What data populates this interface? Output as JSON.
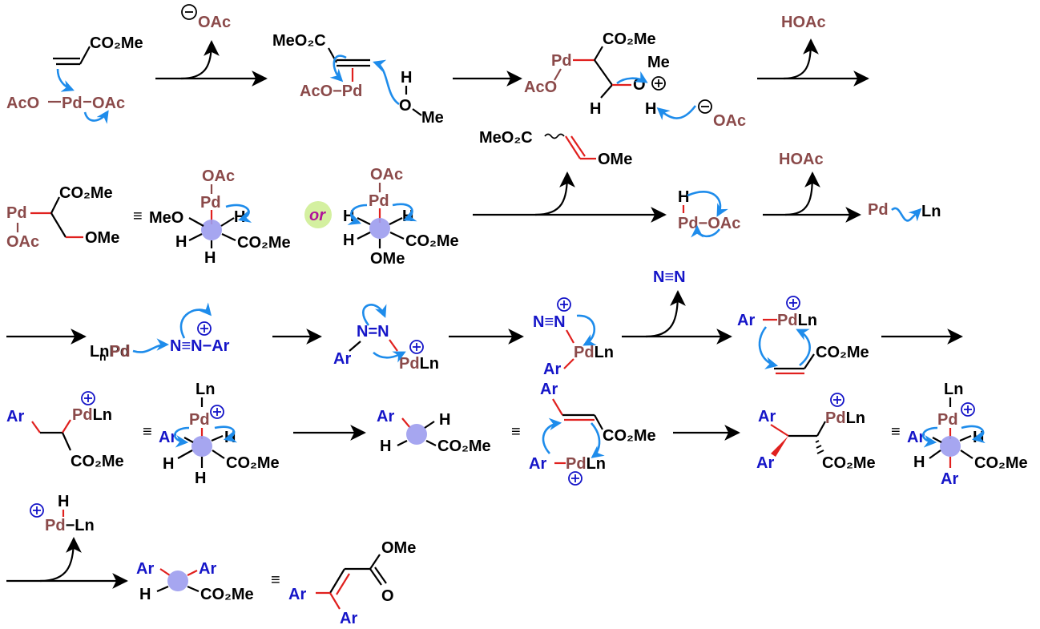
{
  "colors": {
    "palladium": "#8B4A4A",
    "aryl": "#1515C8",
    "text": "#000000",
    "bond_highlight": "#E0201E",
    "electron_arrow": "#1E8CEB",
    "center_sphere": "#9C9CEE",
    "or_badge": "#D4F0A0"
  },
  "row1": {
    "ester": "CO₂Me",
    "pd_left": "AcO",
    "pd_center": "Pd",
    "pd_right": "OAc",
    "acetate_leaving": "OAc",
    "int2_ester": "MeO₂C",
    "int2_pd": "AcO−Pd",
    "methanol_h": "H",
    "methanol_o": "O",
    "methanol_me": "Me",
    "int3_pd": "Pd",
    "int3_aco": "AcO",
    "int3_ester": "CO₂Me",
    "int3_me": "Me",
    "int3_o": "O",
    "int3_h1": "H",
    "int3_h2": "H",
    "int3_oac": "OAc",
    "hoac": "HOAc"
  },
  "row2": {
    "enol_ether_ester": "MeO₂C",
    "enol_ether_ome": "OMe",
    "pd": "Pd",
    "oac": "OAc",
    "ester": "CO₂Me",
    "ome": "OMe",
    "equiv": "≡",
    "newman1_oac": "OAc",
    "newman1_pd": "Pd",
    "newman1_meo": "MeO",
    "newman1_h_right": "H",
    "newman1_h_left": "H",
    "newman1_h_bottom": "H",
    "newman1_ester": "CO₂Me",
    "or": "or",
    "newman2_oac": "OAc",
    "newman2_pd": "Pd",
    "newman2_h_left": "H",
    "newman2_h_right": "H",
    "newman2_h_low": "H",
    "newman2_ester": "CO₂Me",
    "newman2_ome": "OMe",
    "pdh_h": "H",
    "pdh_pd": "Pd−OAc",
    "hoac": "HOAc",
    "pd0": "Pd",
    "ligand": "Ln"
  },
  "row3": {
    "n2": "N≡N",
    "lnpd": "LnPd",
    "diazonium": "N≡N−Ar",
    "ar": "Ar",
    "n_n": "N=N",
    "pdln": "PdLn",
    "ar_pdln": "Ar−PdLn",
    "ester": "CO₂Me"
  },
  "row4": {
    "ar": "Ar",
    "pdln": "PdLn",
    "ester": "CO₂Me",
    "ln": "Ln",
    "pd": "Pd",
    "h": "H",
    "equiv": "≡"
  },
  "row5": {
    "h": "H",
    "pd_ln": "Pd−Ln",
    "ar": "Ar",
    "ester": "CO₂Me",
    "ome": "OMe",
    "o": "O",
    "equiv": "≡"
  }
}
